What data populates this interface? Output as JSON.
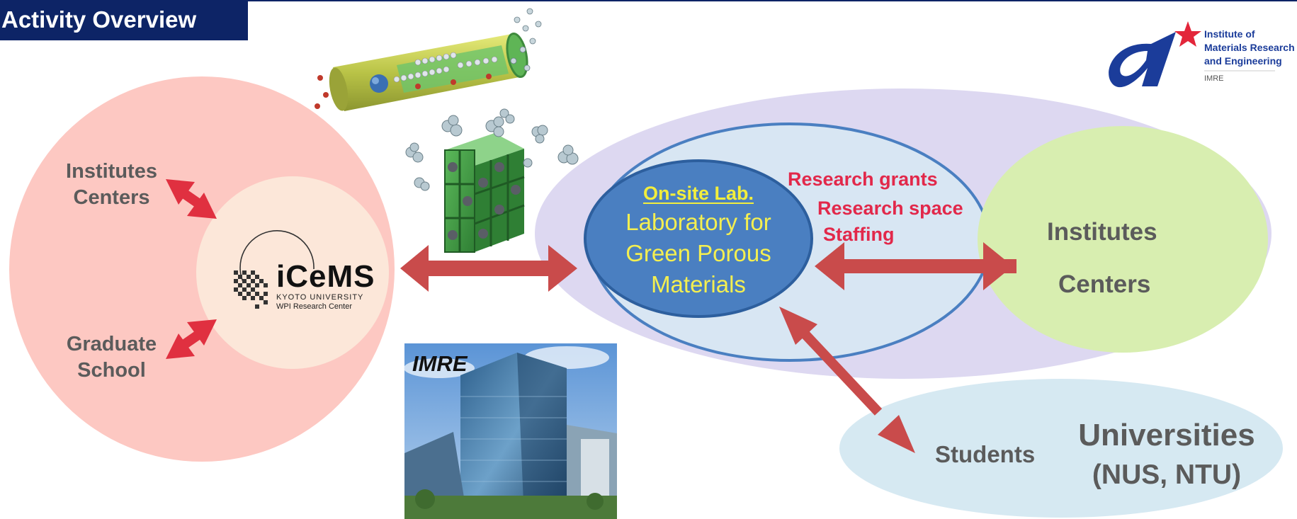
{
  "header": {
    "title": "Activity Overview"
  },
  "logo": {
    "line1": "Institute of",
    "line2": "Materials Research",
    "line3": "and Engineering",
    "abbr": "IMRE",
    "color_primary": "#1b3c9a",
    "color_star": "#e3263a"
  },
  "left_cluster": {
    "institutes_label": "Institutes",
    "centers_label": "Centers",
    "graduate_label": "Graduate",
    "school_label": "School",
    "icems": {
      "name": "iCeMS",
      "line1": "KYOTO UNIVERSITY",
      "line2": "WPI Research Center"
    },
    "outer_color": "#fdc8c2",
    "inner_color": "#fce7d9"
  },
  "photo": {
    "caption": "IMRE"
  },
  "onsite": {
    "title": "On-site Lab.",
    "line1": "Laboratory for",
    "line2": "Green Porous",
    "line3": "Materials",
    "fill_color": "#4a7fc1"
  },
  "resources": {
    "grants": "Research grants",
    "space": "Research space",
    "staffing": "Staffing",
    "color": "#e2284a"
  },
  "right_cluster": {
    "institutes_label": "Institutes",
    "centers_label": "Centers",
    "ellipse_color": "#d8eeb0",
    "background_color": "#ddd8f1"
  },
  "universities": {
    "students_label": "Students",
    "title": "Universities",
    "subtitle": "(NUS, NTU)",
    "ellipse_color": "#d6e9f2"
  },
  "arrow_color": "#c94b4b",
  "small_arrow_color": "#e03040"
}
